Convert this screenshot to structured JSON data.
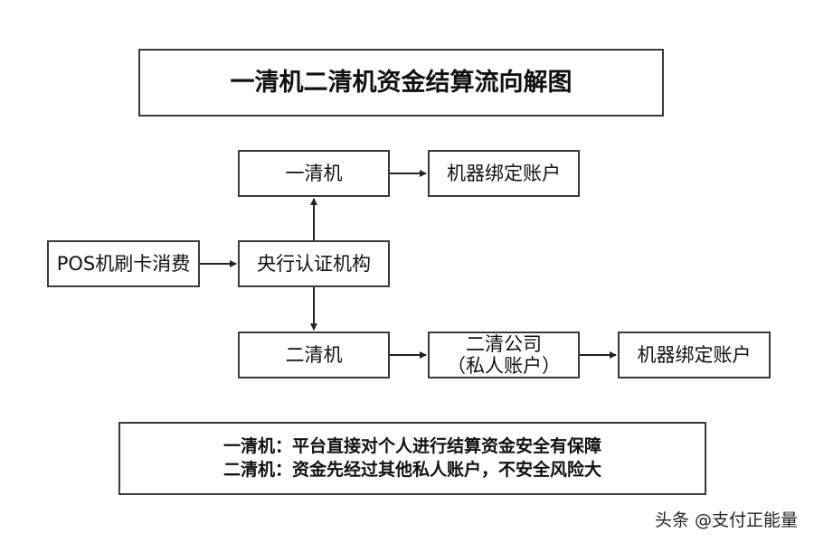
{
  "title": "一清机二清机资金结算流向解图",
  "nodes": {
    "pos": "POS机刷卡消费",
    "central": "央行认证机构",
    "yiqing": "一清机",
    "bind_top": "机器绑定账户",
    "erqing": "二清机",
    "company_line1": "二清公司",
    "company_line2": "（私人账户）",
    "bind_bottom": "机器绑定账户"
  },
  "note": {
    "line1": "一清机：平台直接对个人进行结算资金安全有保障",
    "line2": "二清机：资金先经过其他私人账户，不安全风险大"
  },
  "watermark": "头条 @支付正能量",
  "colors": {
    "border": "#3a3a3a",
    "arrow": "#222222",
    "text": "#111111",
    "background": "#ffffff"
  }
}
